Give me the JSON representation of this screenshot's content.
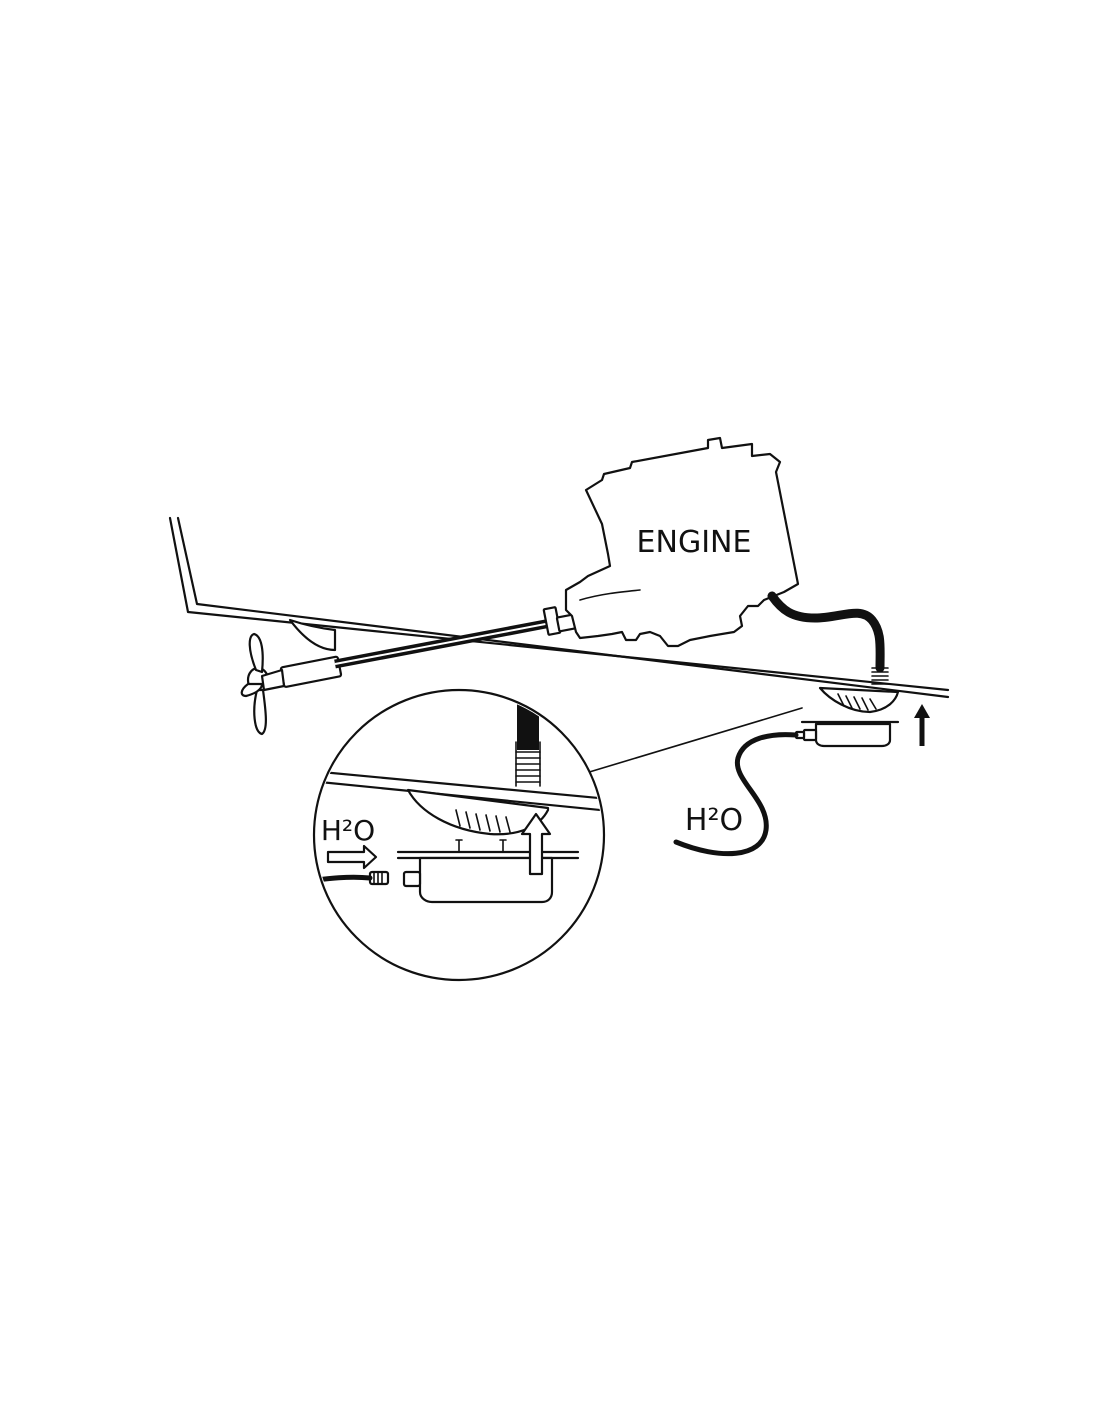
{
  "labels": {
    "engine": "ENGINE",
    "water_main": "H²O",
    "water_inset": "H²O"
  },
  "colors": {
    "stroke": "#111111",
    "background": "#ffffff"
  },
  "icons": {
    "propeller": "propeller-icon",
    "flow_arrow_up": "arrow-up-icon",
    "flow_arrow_right": "arrow-right-icon"
  }
}
